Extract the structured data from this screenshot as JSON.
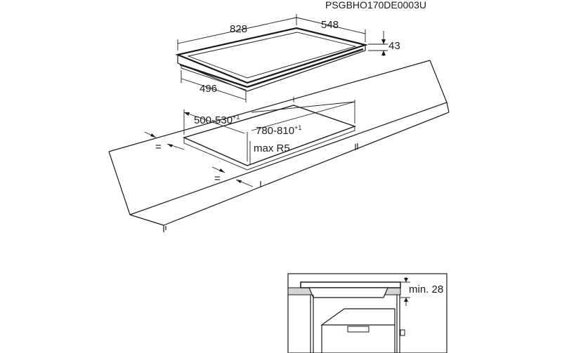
{
  "product_code": "PSGBHO170DE0003U",
  "hob": {
    "width": "828",
    "depth": "548",
    "height": "43",
    "inner_depth": "496"
  },
  "cutout": {
    "depth": "500-530",
    "depth_tolerance": "+1",
    "width": "780-810",
    "width_tolerance": "+1",
    "radius": "max R5",
    "equal_left": "=",
    "equal_front": "="
  },
  "inset": {
    "min_clearance": "min. 28"
  }
}
